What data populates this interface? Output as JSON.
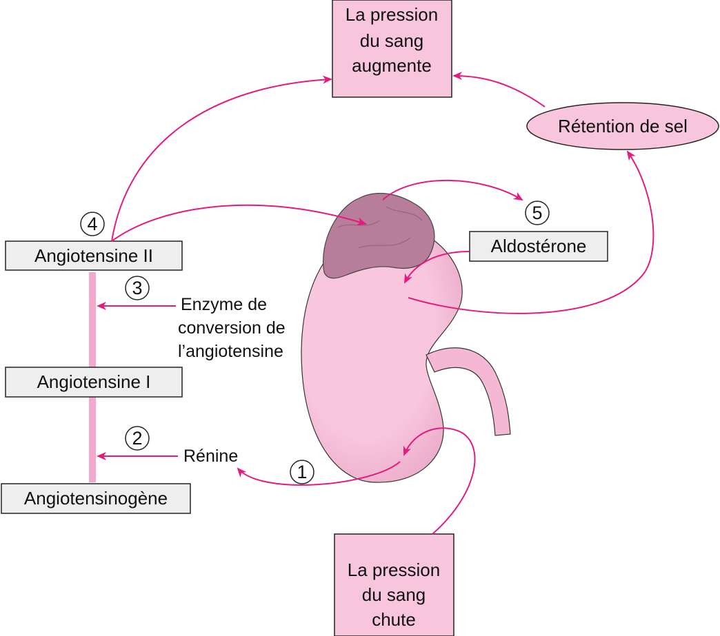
{
  "boxes": {
    "pressure_up": [
      "La pression",
      "du sang",
      "augmente"
    ],
    "pressure_down": [
      "La pression",
      "du sang",
      "chute"
    ],
    "salt_retention": "Rétention de sel",
    "aldosterone": "Aldostérone",
    "angiotensin_ii": "Angiotensine II",
    "angiotensin_i": "Angiotensine I",
    "angiotensinogen": "Angiotensinogène"
  },
  "enzymes": {
    "ace": [
      "Enzyme de",
      "conversion de",
      "l’angiotensine"
    ],
    "renin": "Rénine"
  },
  "steps": [
    "1",
    "2",
    "3",
    "4",
    "5"
  ],
  "colors": {
    "arrow": "#e6197f",
    "box_pink": "#f7c6dd",
    "box_gray": "#eeeeee",
    "kidney": "#f8c7de",
    "adrenal": "#b77d9b",
    "axis_bar": "#f3a9cd"
  }
}
